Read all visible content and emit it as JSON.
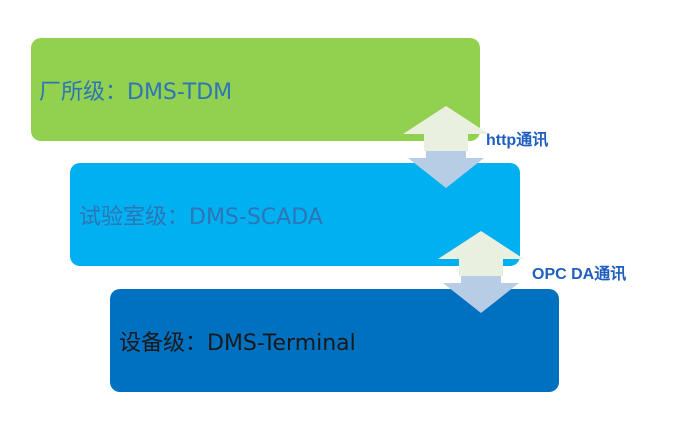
{
  "layers": [
    {
      "label": "厂所级：DMS-TDM",
      "bg": "#92d050",
      "color": "#2e75b6"
    },
    {
      "label": "试验室级：DMS-SCADA",
      "bg": "#00b0f0",
      "color": "#2e75b6"
    },
    {
      "label": "设备级：DMS-Terminal",
      "bg": "#0070c0",
      "color": "#1a1a1a"
    }
  ],
  "connections": [
    {
      "label": "http通讯",
      "up_arrow_icon": "up-arrow-icon",
      "down_arrow_icon": "down-arrow-icon"
    },
    {
      "label": "OPC DA通讯",
      "up_arrow_icon": "up-arrow-icon",
      "down_arrow_icon": "down-arrow-icon"
    }
  ],
  "colors": {
    "up_arrow": "#eaf0df",
    "down_arrow": "#b7cde6",
    "connection_label": "#1f5fbf"
  }
}
